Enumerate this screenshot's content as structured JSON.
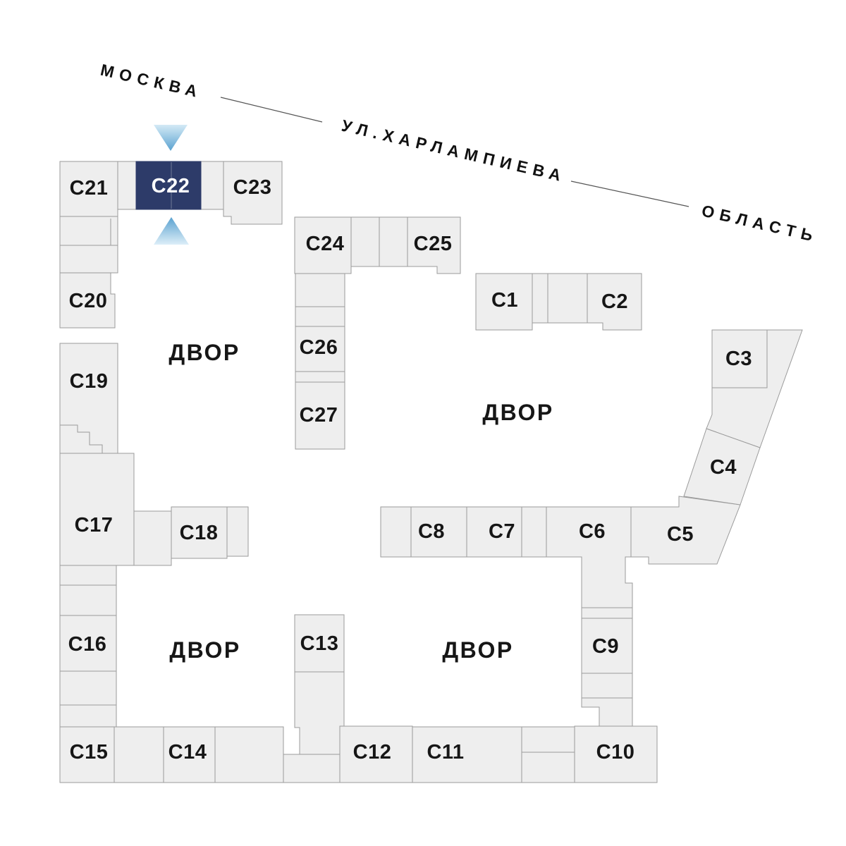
{
  "plan": {
    "selected_block": "C22",
    "courtyard_label": "ДВОР",
    "streets": {
      "city_label": "МОСКВА",
      "street_label": "УЛ.ХАРЛАМПИЕВА",
      "region_label": "ОБЛАСТЬ"
    },
    "colors": {
      "block_fill": "#eeeeee",
      "block_stroke": "#9b9b9b",
      "selected_fill": "#2d3b69",
      "selected_text": "#ffffff",
      "label_color": "#161616",
      "arrow_light": "#d4eaf6",
      "arrow_dark": "#5aa2d0"
    },
    "blocks": {
      "c1": "C1",
      "c2": "C2",
      "c3": "C3",
      "c4": "C4",
      "c5": "C5",
      "c6": "C6",
      "c7": "C7",
      "c8": "C8",
      "c9": "C9",
      "c10": "C10",
      "c11": "C11",
      "c12": "C12",
      "c13": "C13",
      "c14": "C14",
      "c15": "C15",
      "c16": "C16",
      "c17": "C17",
      "c18": "C18",
      "c19": "C19",
      "c20": "C20",
      "c21": "C21",
      "c22": "C22",
      "c23": "C23",
      "c24": "C24",
      "c25": "C25",
      "c26": "C26",
      "c27": "C27"
    }
  }
}
